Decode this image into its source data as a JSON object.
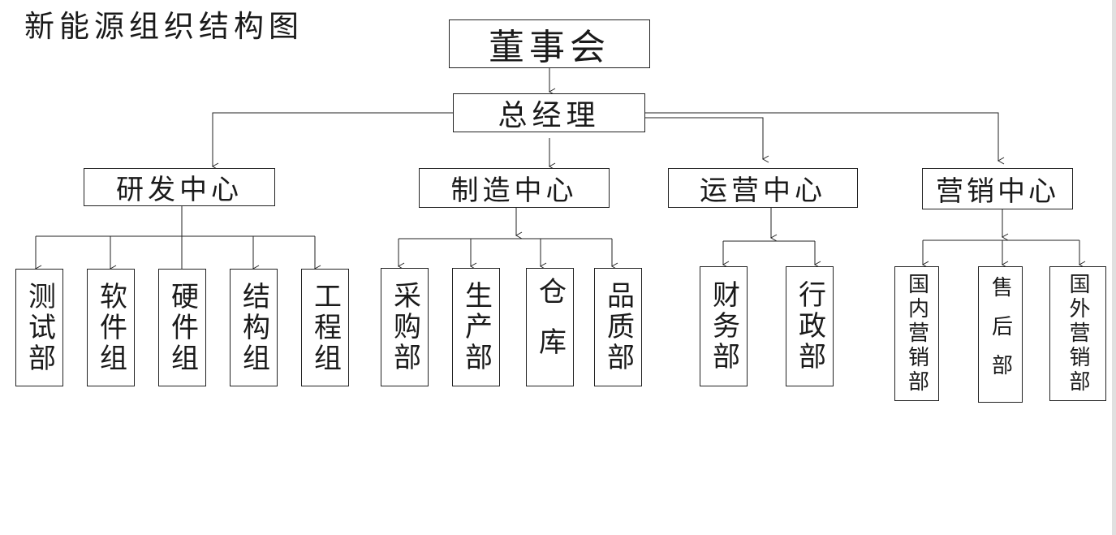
{
  "title": "新能源组织结构图",
  "board": "董事会",
  "gm": "总经理",
  "centers": [
    {
      "label": "研发中心",
      "depts": [
        "测试部",
        "软件组",
        "硬件组",
        "结构组",
        "工程组"
      ]
    },
    {
      "label": "制造中心",
      "depts": [
        "采购部",
        "生产部",
        "仓库",
        "品质部"
      ]
    },
    {
      "label": "运营中心",
      "depts": [
        "财务部",
        "行政部"
      ]
    },
    {
      "label": "营销中心",
      "depts": [
        "国内营销部",
        "售后部",
        "国外营销部"
      ]
    }
  ],
  "colors": {
    "line": "#222222",
    "text": "#1a1a1a",
    "background": "#ffffff"
  }
}
